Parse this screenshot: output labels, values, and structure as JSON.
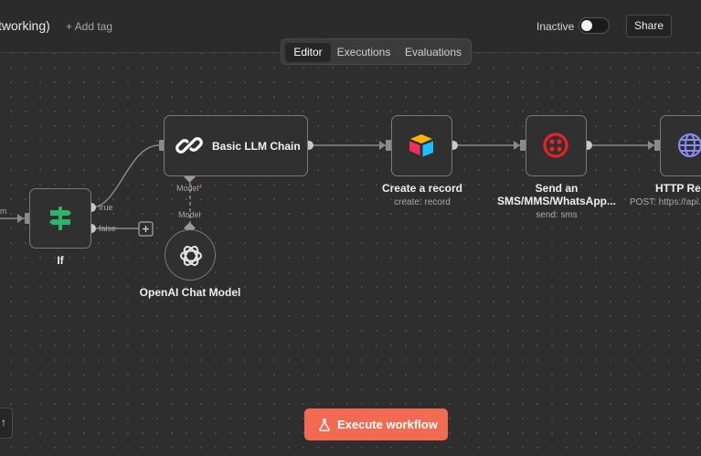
{
  "header": {
    "workflow_title": "tworking)",
    "add_tag_label": "+ Add tag",
    "active_status_label": "Inactive",
    "share_label": "Share"
  },
  "tabs": [
    {
      "label": "Editor",
      "active": true
    },
    {
      "label": "Executions",
      "active": false
    },
    {
      "label": "Evaluations",
      "active": false
    }
  ],
  "canvas": {
    "left_edge_fragment": "m",
    "nodes": {
      "if": {
        "label": "If",
        "output_true": "true",
        "output_false": "false"
      },
      "llm_chain": {
        "label": "Basic LLM Chain",
        "port_label": "Model",
        "required_mark": "*"
      },
      "chat_model": {
        "label": "OpenAI Chat Model",
        "port_label": "Model"
      },
      "create_record": {
        "label": "Create a record",
        "subtitle": "create: record"
      },
      "send_sms": {
        "label_line1": "Send an",
        "label_line2": "SMS/MMS/WhatsApp...",
        "subtitle": "send: sms"
      },
      "http": {
        "label": "HTTP Re",
        "subtitle": "POST: https://api.c"
      }
    }
  },
  "execute_label": "Execute workflow",
  "icons": {
    "if": "signpost-icon",
    "llm_chain": "chain-link-icon",
    "chat_model": "openai-icon",
    "create_record": "airtable-icon",
    "send_sms": "twilio-icon",
    "http": "globe-icon",
    "execute": "flask-icon",
    "add_output": "plus-icon",
    "corner": "arrow-up-icon"
  },
  "colors": {
    "accent": "#ff6d5a",
    "if_icon": "#2fb36b",
    "twilio": "#e0242a",
    "http": "#8a8cf2"
  }
}
